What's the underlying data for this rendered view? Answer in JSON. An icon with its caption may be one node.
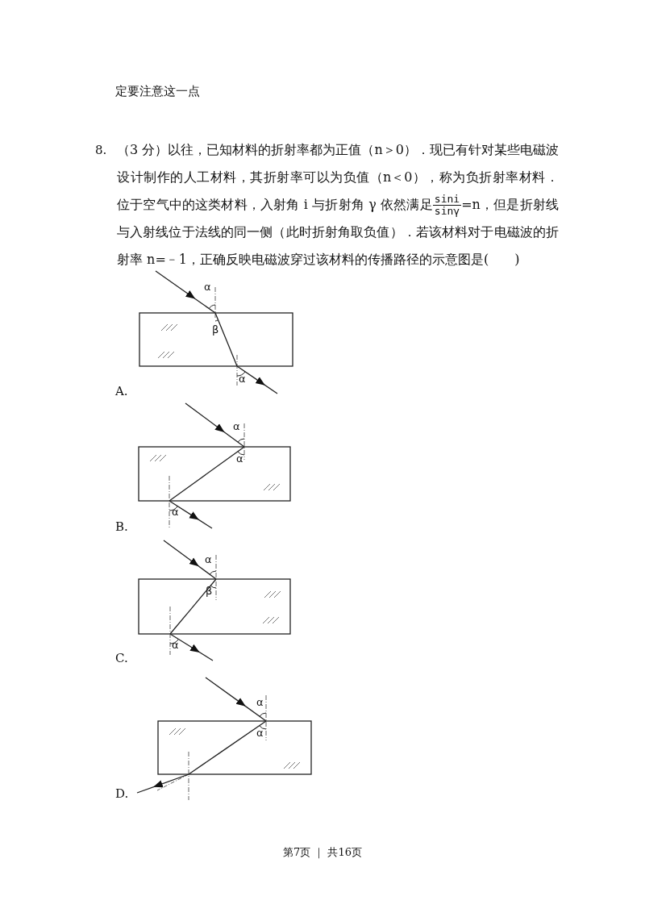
{
  "diagram": {
    "labels": [
      "定要注意这一点",
      "8.",
      "（3 分）以往，已知材料的折射率都为正值（n＞0）．现已有针对某些电磁波设计制作的人工材料，其折射率可以为负值（n＜0），称为负折射率材料．位于空气中的这类材料，入射角 i 与折射角 γ 依然满足",
      "sini",
      "sinγ",
      "=n，但是折射线与入射线位于法线的同一侧（此时折射角取负值）．若该材料对于电磁波的折射率 n=﹣1，正确反映电磁波穿过该材料的传播路径的示意图是(　　)",
      "α",
      "β",
      "α",
      "A.",
      "α",
      "α",
      "α",
      "B.",
      "α",
      "β",
      "α",
      "C.",
      "α",
      "α",
      "D.",
      "第7页 ｜ 共16页"
    ]
  }
}
